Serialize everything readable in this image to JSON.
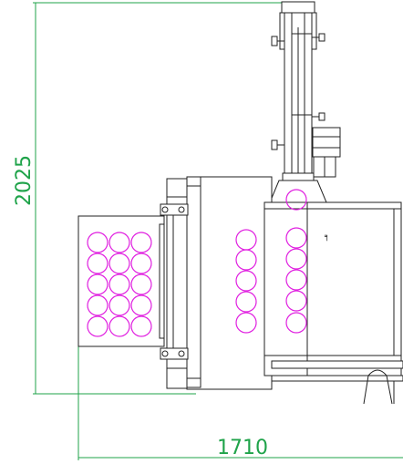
{
  "drawing": {
    "dimension_vertical": "2025",
    "dimension_horizontal": "1710",
    "small_mark": "╕",
    "colors": {
      "dimension": "#1fa34a",
      "product": "#e020e0",
      "outline": "#222222",
      "frame_fill": "#ffffff"
    },
    "product_groups": [
      {
        "name": "infeed-tray-grid",
        "rows": 5,
        "cols": 3
      },
      {
        "name": "transfer-column",
        "rows": 5,
        "cols": 1
      },
      {
        "name": "outfeed-column",
        "rows": 5,
        "cols": 1
      }
    ]
  }
}
